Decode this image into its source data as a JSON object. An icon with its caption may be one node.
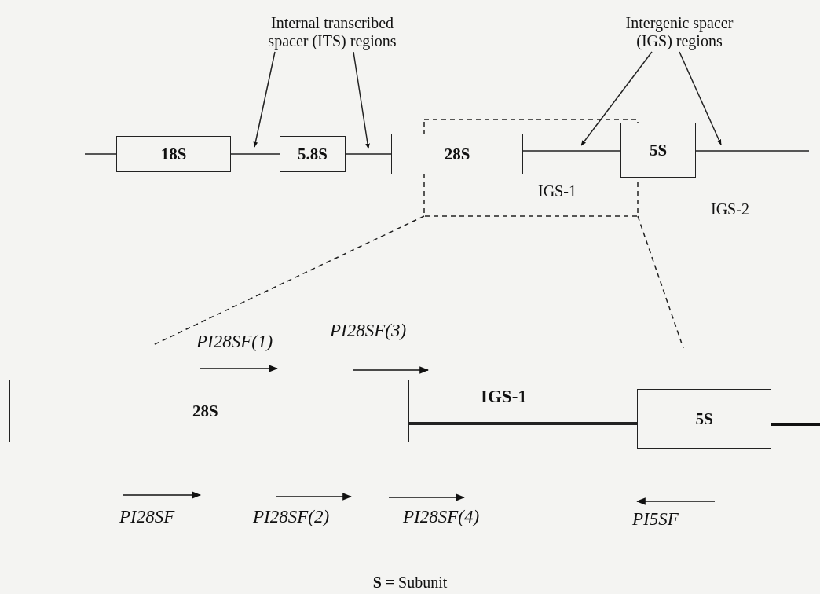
{
  "diagram": {
    "caption": "**S** = Subunit",
    "nodes": [
      {
        "text": [
          "Internal transcribed spacer (ITS) regions"
        ]
      },
      {
        "text": [
          "Intergenic spacer (IGS) regions"
        ]
      },
      {
        "text": [
          "18S"
        ]
      },
      {
        "text": [
          "5.8S"
        ]
      },
      {
        "text": [
          "28S"
        ]
      },
      {
        "text": [
          "5S"
        ]
      },
      {
        "text": [
          "28S"
        ]
      },
      {
        "text": [
          "5S"
        ]
      }
    ],
    "edges": [
      {
        "from": 2,
        "to": 3,
        "arrow": "none"
      },
      {
        "from": 3,
        "to": 4,
        "arrow": "none"
      },
      {
        "from": 4,
        "to": 5,
        "arrow": "none"
      },
      {
        "from": 6,
        "to": 7,
        "arrow": "none",
        "style": "thick"
      },
      {
        "from": 0,
        "to": null,
        "arrow": "to"
      },
      {
        "from": 0,
        "to": null,
        "arrow": "to"
      },
      {
        "from": 1,
        "to": null,
        "arrow": "to"
      },
      {
        "from": 1,
        "to": null,
        "arrow": "to"
      }
    ],
    "labels": [
      "IGS-1",
      "IGS-2",
      "PI28SF(1)",
      "PI28SF(3)",
      "IGS-1",
      "PI28SF",
      "PI28SF(2)",
      "PI28SF(4)",
      "PI5SF"
    ]
  }
}
